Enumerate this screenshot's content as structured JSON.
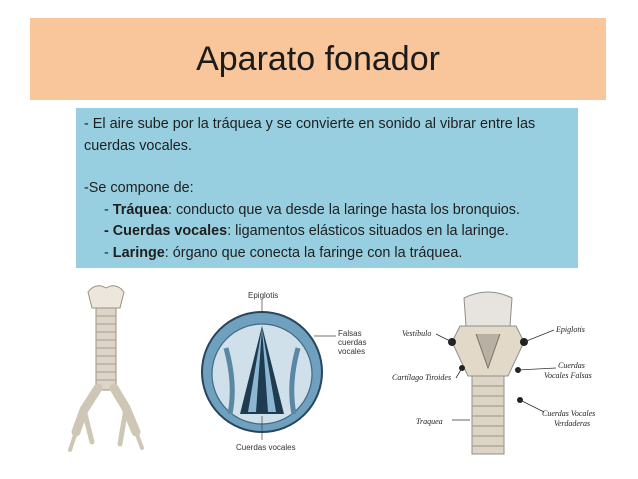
{
  "title": "Aparato fonador",
  "info": {
    "intro": "- El aire sube por la tráquea y se convierte en sonido al vibrar entre las cuerdas vocales.",
    "compose_heading": "-Se compone de:",
    "items": [
      {
        "prefix": "- ",
        "term": "Tráquea",
        "desc": ": conducto que va desde la laringe hasta los bronquios."
      },
      {
        "prefix": "",
        "term": "- Cuerdas vocales",
        "desc": ": ligamentos elásticos situados en la laringe."
      },
      {
        "prefix": "- ",
        "term": "Laringe",
        "desc": ": órgano que conecta la faringe con la tráquea."
      }
    ]
  },
  "figures": {
    "vocal_cords": {
      "label_top": "Epiglotis",
      "label_right_1": "Falsas",
      "label_right_2": "cuerdas",
      "label_right_3": "vocales",
      "label_bottom": "Cuerdas vocales"
    },
    "larynx": {
      "label_vestibulo": "Vestíbulo",
      "label_epiglotis": "Epiglotis",
      "label_cartilago": "Cartílago Tiroides",
      "label_falsas_1": "Cuerdas",
      "label_falsas_2": "Vocales Falsas",
      "label_traquea": "Traquea",
      "label_verdaderas_1": "Cuerdas Vocales",
      "label_verdaderas_2": "Verdaderas"
    }
  },
  "colors": {
    "title_bg": "#f9c59a",
    "info_bg": "#98cfe0"
  }
}
